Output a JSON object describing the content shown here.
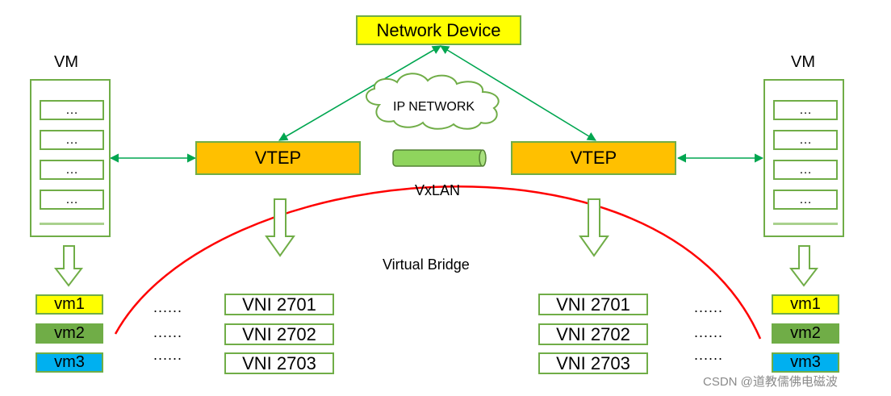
{
  "network_device": {
    "label": "Network Device"
  },
  "cloud": {
    "label": "IP NETWORK"
  },
  "tunnel": {
    "label": "VxLAN"
  },
  "bridge": {
    "label": "Virtual Bridge"
  },
  "left_host": {
    "vm_label": "VM",
    "vtep_label": "VTEP",
    "slots": [
      "…",
      "…",
      "…",
      "…"
    ],
    "vms": [
      {
        "label": "vm1",
        "color": "#ffff00"
      },
      {
        "label": "vm2",
        "color": "#70ad47"
      },
      {
        "label": "vm3",
        "color": "#00b0f0"
      }
    ],
    "vnis": [
      "VNI 2701",
      "VNI 2702",
      "VNI 2703"
    ],
    "dots": [
      "......",
      "......",
      "......"
    ]
  },
  "right_host": {
    "vm_label": "VM",
    "vtep_label": "VTEP",
    "slots": [
      "…",
      "…",
      "…",
      "…"
    ],
    "vms": [
      {
        "label": "vm1",
        "color": "#ffff00"
      },
      {
        "label": "vm2",
        "color": "#70ad47"
      },
      {
        "label": "vm3",
        "color": "#00b0f0"
      }
    ],
    "vnis": [
      "VNI 2701",
      "VNI 2702",
      "VNI 2703"
    ],
    "dots": [
      "......",
      "......",
      "......"
    ]
  },
  "watermark": "CSDN @道教儒佛电磁波",
  "colors": {
    "green": "#70ad47",
    "vtep": "#ffc000",
    "device": "#ffff00",
    "bridge_curve": "#ff0000"
  }
}
